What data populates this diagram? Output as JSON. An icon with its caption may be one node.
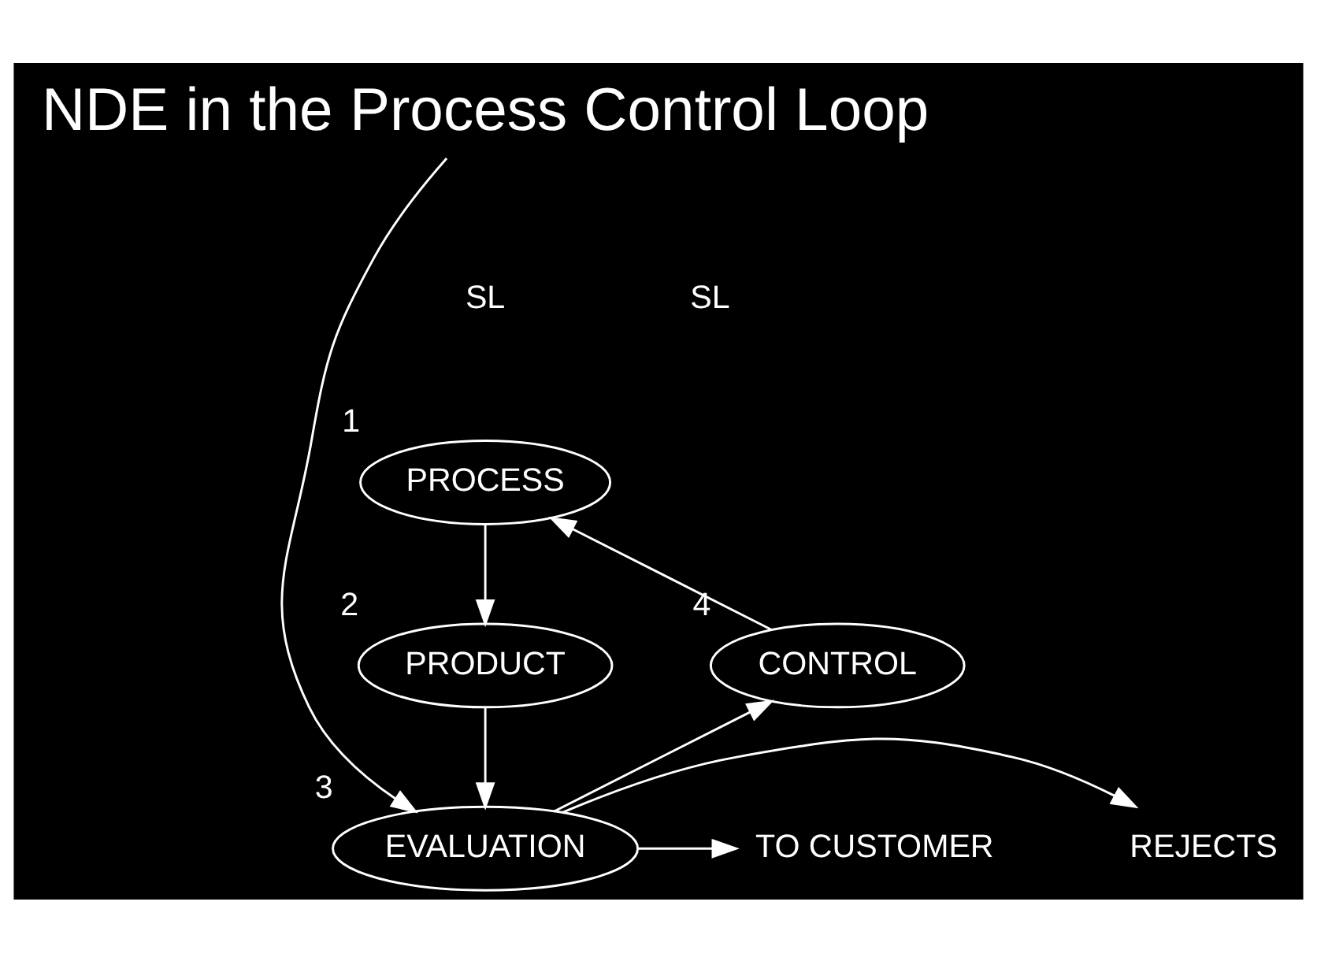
{
  "diagram": {
    "nodes": [
      {
        "text": [
          "NDE in the Process Control Loop"
        ]
      },
      {
        "text": [
          "PROCESS"
        ],
        "beside": [
          "1"
        ]
      },
      {
        "text": [
          "PRODUCT"
        ],
        "beside": [
          "2"
        ]
      },
      {
        "text": [
          "EVALUATION"
        ],
        "beside": [
          "3"
        ]
      },
      {
        "text": [
          "CONTROL"
        ],
        "beside": [
          "4"
        ]
      },
      {
        "text": [
          "TO CUSTOMER"
        ]
      },
      {
        "text": [
          "REJECTS"
        ]
      }
    ],
    "labels": [
      "SL",
      "SL"
    ],
    "edges": [
      {
        "from": 4,
        "to": 1,
        "arrow": "to"
      },
      {
        "from": 1,
        "to": 2,
        "arrow": "to"
      },
      {
        "from": 2,
        "to": 3,
        "arrow": "to"
      },
      {
        "from": 3,
        "to": 4,
        "arrow": "to"
      },
      {
        "from": 3,
        "to": 5,
        "arrow": "to"
      },
      {
        "from": 3,
        "to": 6,
        "arrow": "to"
      },
      {
        "from": 0,
        "to": 3,
        "arrow": "to"
      }
    ]
  }
}
